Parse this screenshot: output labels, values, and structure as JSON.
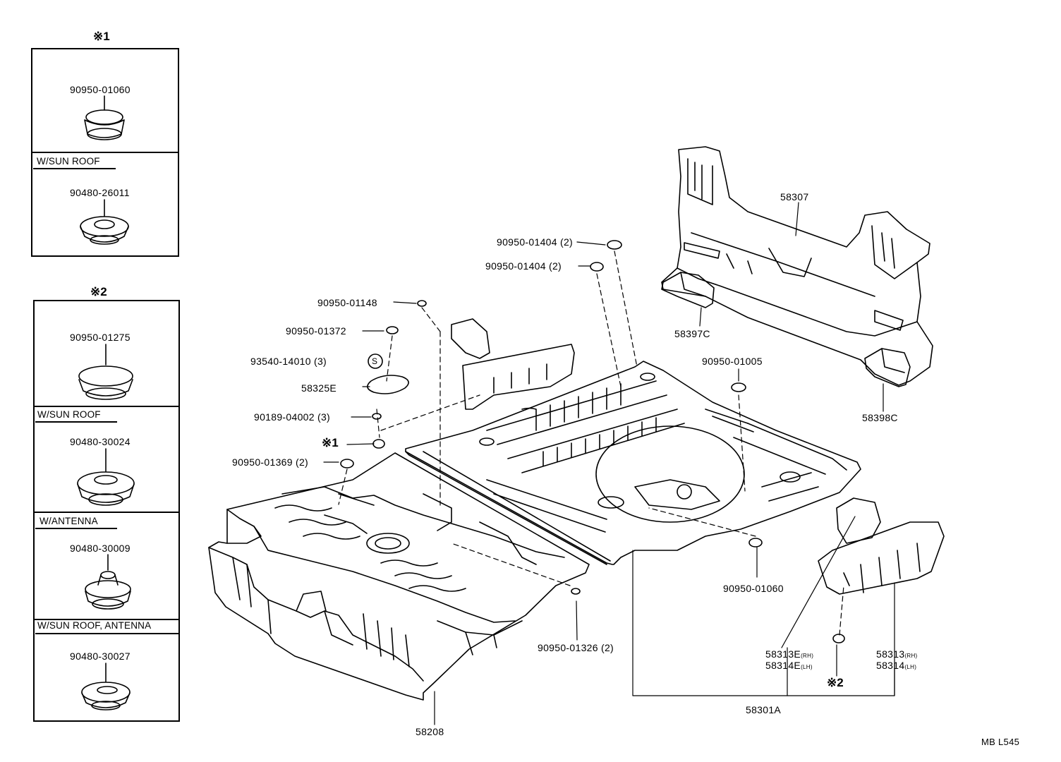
{
  "sidebar_groups": [
    {
      "marker": "※1",
      "sections": [
        {
          "condition": "",
          "part_no": "90950-01060",
          "icon": "plug-grommet-icon"
        },
        {
          "condition": "W/SUN ROOF",
          "part_no": "90480-26011",
          "icon": "grommet-ring-icon"
        }
      ]
    },
    {
      "marker": "※2",
      "sections": [
        {
          "condition": "",
          "part_no": "90950-01275",
          "icon": "plug-grommet-icon"
        },
        {
          "condition": "W/SUN ROOF",
          "part_no": "90480-30024",
          "icon": "grommet-ring-icon"
        },
        {
          "condition": "W/ANTENNA",
          "part_no": "90480-30009",
          "icon": "antenna-grommet-icon"
        },
        {
          "condition": "W/SUN ROOF, ANTENNA",
          "part_no": "90480-30027",
          "icon": "grommet-ring-icon"
        }
      ]
    }
  ],
  "callouts": {
    "c1": "90950-01404 (2)",
    "c2": "90950-01404 (2)",
    "c3": "90950-01148",
    "c4": "90950-01372",
    "c5": "93540-14010 (3)",
    "c6": "58325E",
    "c7": "90189-04002 (3)",
    "c8_marker": "※1",
    "c9": "90950-01369 (2)",
    "c10": "58307",
    "c11": "58397C",
    "c12": "90950-01005",
    "c13": "58398C",
    "c14": "90950-01060",
    "c15": "90950-01326 (2)",
    "c16": "58208",
    "c17a": "58313E",
    "c17a_sfx": "(RH)",
    "c17b": "58314E",
    "c17b_sfx": "(LH)",
    "c18a": "58313",
    "c18a_sfx": "(RH)",
    "c18b": "58314",
    "c18b_sfx": "(LH)",
    "c19_marker": "※2",
    "c20": "58301A",
    "s_symbol": "S"
  },
  "footer_code": "MB L545"
}
